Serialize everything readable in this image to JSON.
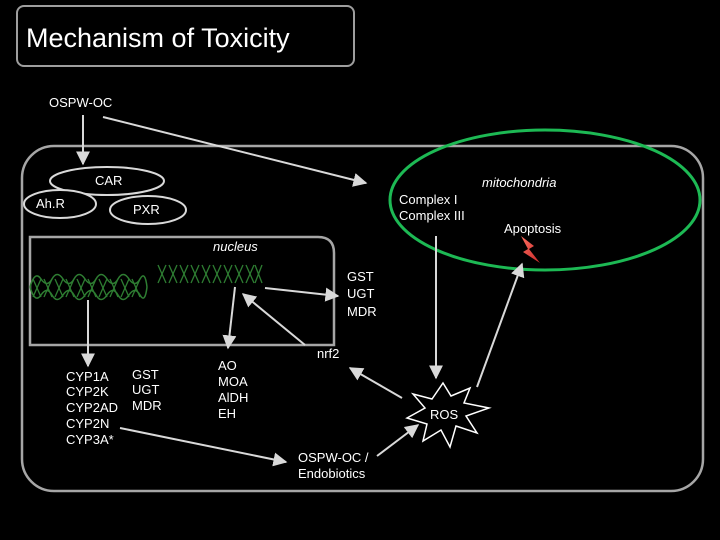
{
  "title": "Mechanism of Toxicity",
  "nodes": {
    "ospw_oc_top": "OSPW-OC",
    "car": "CAR",
    "ahr": "Ah.R",
    "pxr": "PXR",
    "nucleus": "nucleus",
    "mitochondria": "mitochondria",
    "complex_1": "Complex I",
    "complex_3": "Complex III",
    "apoptosis": "Apoptosis",
    "nuclear_genes": [
      "GST",
      "UGT",
      "MDR"
    ],
    "cyp_genes": [
      "CYP1A",
      "CYP2K",
      "CYP2AD",
      "CYP2N",
      "CYP3A*"
    ],
    "phase2_genes": [
      "GST",
      "UGT",
      "MDR"
    ],
    "enzymes": [
      "AO",
      "MOA",
      "AlDH",
      "EH"
    ],
    "nrf2": "nrf2",
    "ros": "ROS",
    "ospw_oc_endo": [
      "OSPW-OC /",
      "Endobiotics"
    ]
  },
  "colors": {
    "background": "#000000",
    "text": "#ffffff",
    "cell_border": "#a6a6a6",
    "mito_border": "#1db954",
    "dna": "#2e7d32",
    "arrow": "#d9d9d9",
    "lightning": "#e53935"
  }
}
